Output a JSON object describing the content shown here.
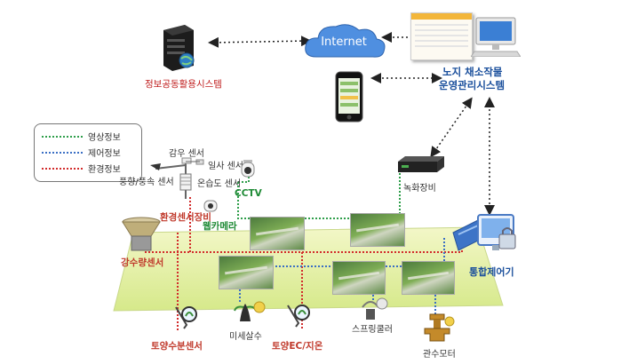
{
  "diagram": {
    "internet": "Internet",
    "server_label": "정보공동활용시스템",
    "system_label_line1": "노지 채소작물",
    "system_label_line2": "운영관리시스템",
    "legend": [
      {
        "label": "영상정보",
        "color": "#2e9e4a"
      },
      {
        "label": "제어정보",
        "color": "#3b6fc4"
      },
      {
        "label": "환경정보",
        "color": "#d22b2b"
      }
    ],
    "sensors": {
      "rain": "감우 센서",
      "sunlight": "일사 센서",
      "wind": "풍향/풍속 센서",
      "temp_humidity": "온습도 센서",
      "cctv": "CCTV",
      "env_equipment": "환경센서장비",
      "webcam": "웹카메라",
      "rain_gauge": "강수량센서",
      "recorder": "녹화장비",
      "controller": "통합제어기",
      "soil_moisture": "토양수분센서",
      "micro_sprinkler": "미세살수",
      "soil_ec": "토양EC/지온",
      "sprinkler": "스프링쿨러",
      "irrigation_motor": "관수모터"
    }
  }
}
